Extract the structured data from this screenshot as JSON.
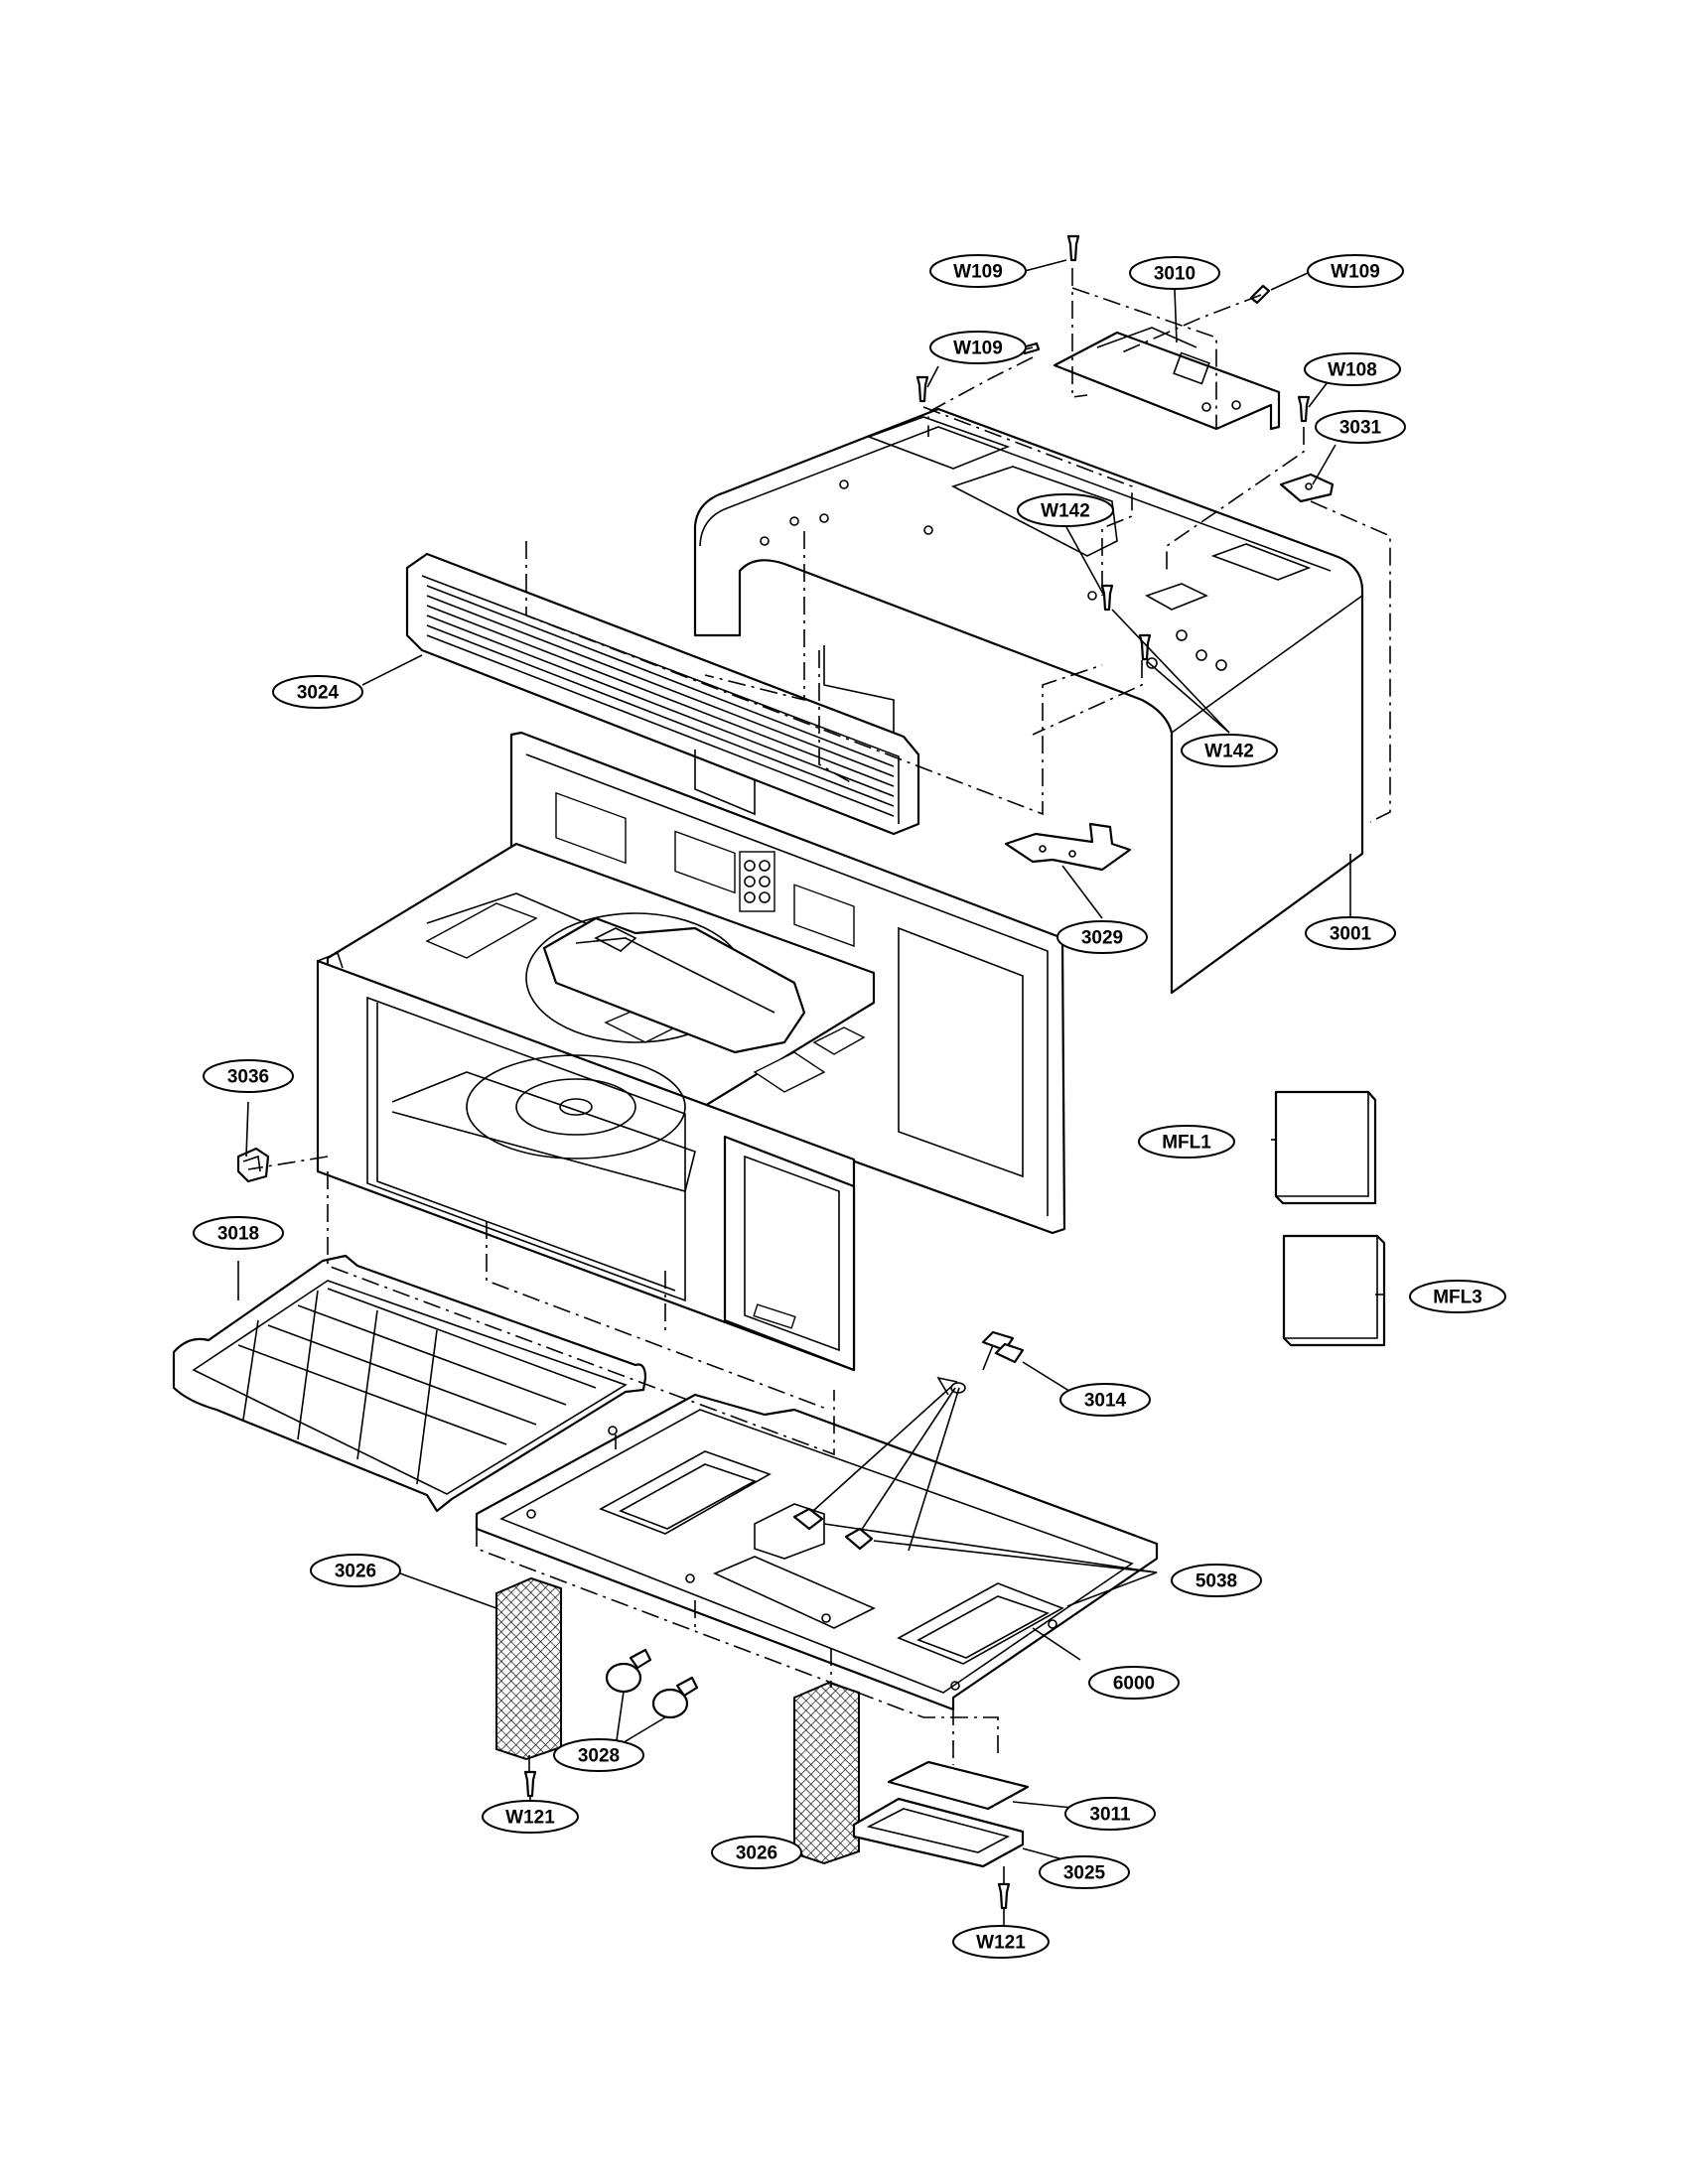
{
  "callouts": [
    {
      "id": "w109-a",
      "label": "W109"
    },
    {
      "id": "3010",
      "label": "3010"
    },
    {
      "id": "w109-b",
      "label": "W109"
    },
    {
      "id": "w109-c",
      "label": "W109"
    },
    {
      "id": "w108",
      "label": "W108"
    },
    {
      "id": "3031",
      "label": "3031"
    },
    {
      "id": "w142-a",
      "label": "W142"
    },
    {
      "id": "3024",
      "label": "3024"
    },
    {
      "id": "w142-b",
      "label": "W142"
    },
    {
      "id": "3029",
      "label": "3029"
    },
    {
      "id": "3001",
      "label": "3001"
    },
    {
      "id": "3036",
      "label": "3036"
    },
    {
      "id": "mfl1",
      "label": "MFL1"
    },
    {
      "id": "3018",
      "label": "3018"
    },
    {
      "id": "mfl3",
      "label": "MFL3"
    },
    {
      "id": "3014",
      "label": "3014"
    },
    {
      "id": "3026-a",
      "label": "3026"
    },
    {
      "id": "5038",
      "label": "5038"
    },
    {
      "id": "6000",
      "label": "6000"
    },
    {
      "id": "3028",
      "label": "3028"
    },
    {
      "id": "w121-a",
      "label": "W121"
    },
    {
      "id": "3011",
      "label": "3011"
    },
    {
      "id": "3026-b",
      "label": "3026"
    },
    {
      "id": "3025",
      "label": "3025"
    },
    {
      "id": "w121-b",
      "label": "W121"
    }
  ]
}
